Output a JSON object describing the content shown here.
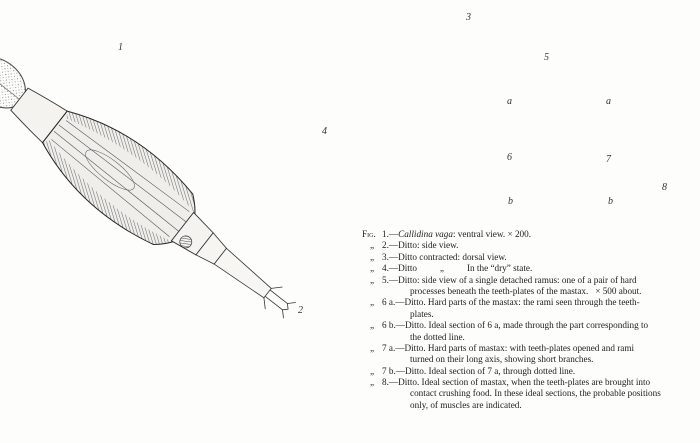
{
  "figure_labels": {
    "fig1": "1",
    "fig2": "2",
    "fig3": "3",
    "fig4": "4",
    "fig5": "5",
    "fig6": "6",
    "fig6a": "a",
    "fig6b": "b",
    "fig7": "7",
    "fig7a": "a",
    "fig7b": "b",
    "fig8": "8"
  },
  "caption": {
    "lines": [
      {
        "mark": "Fig.",
        "num": "1.—",
        "italic": "Callidina vaga",
        "text": ": ventral view.   × 200."
      },
      {
        "mark": "„",
        "num": "2.—",
        "italic": "",
        "text": "Ditto: side view."
      },
      {
        "mark": "„",
        "num": "3.—",
        "italic": "",
        "text": "Ditto contracted: dorsal view."
      },
      {
        "mark": "„",
        "num": "4.—",
        "italic": "",
        "text": "Ditto          „          In the “dry” state."
      },
      {
        "mark": "„",
        "num": "5.—",
        "italic": "",
        "text": "Ditto: side view of a single detached ramus: one of a pair of hard"
      },
      {
        "mark": "",
        "num": "",
        "italic": "",
        "text": "processes beneath the teeth-plates of the mastax.   × 500 about.",
        "cont": true
      },
      {
        "mark": "„",
        "num": "6 a.—",
        "italic": "",
        "text": "Ditto.  Hard parts of the mastax: the rami seen through the teeth-"
      },
      {
        "mark": "",
        "num": "",
        "italic": "",
        "text": "plates.",
        "cont": true
      },
      {
        "mark": "„",
        "num": "6 b.—",
        "italic": "",
        "text": "Ditto.  Ideal section of 6 a, made through the part corresponding to"
      },
      {
        "mark": "",
        "num": "",
        "italic": "",
        "text": "the dotted line.",
        "cont": true
      },
      {
        "mark": "„",
        "num": "7 a.—",
        "italic": "",
        "text": "Ditto.  Hard parts of mastax: with teeth-plates opened and rami"
      },
      {
        "mark": "",
        "num": "",
        "italic": "",
        "text": "turned on their long axis, showing short branches.",
        "cont": true
      },
      {
        "mark": "„",
        "num": "7 b.—",
        "italic": "",
        "text": "Ditto.  Ideal section of 7 a, through dotted line."
      },
      {
        "mark": "„",
        "num": "8.—",
        "italic": "",
        "text": "Ditto.  Ideal section of mastax, when the teeth-plates are brought into"
      },
      {
        "mark": "",
        "num": "",
        "italic": "",
        "text": "contact crushing food.  In these ideal sections, the probable positions",
        "cont": true
      },
      {
        "mark": "",
        "num": "",
        "italic": "",
        "text": "only, of muscles are indicated.",
        "cont": true
      }
    ]
  }
}
